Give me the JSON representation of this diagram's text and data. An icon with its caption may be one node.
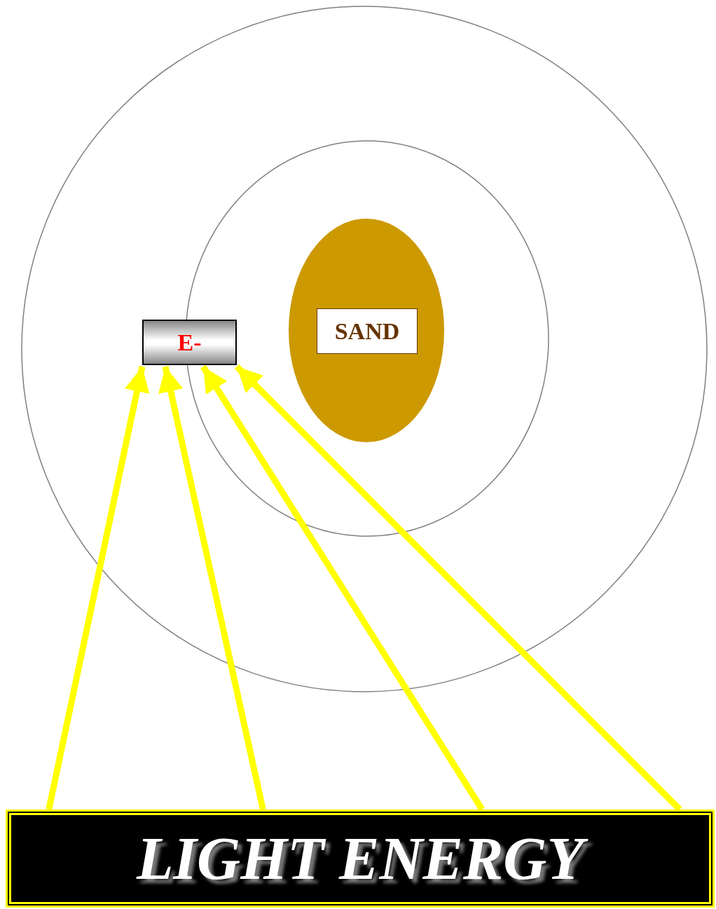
{
  "diagram": {
    "nodes": [
      {
        "text": [],
        "shape": "circle"
      },
      {
        "text": [],
        "shape": "ellipse",
        "in": 0
      },
      {
        "text": [],
        "shape": "ellipse",
        "in": 1
      },
      {
        "text": [
          "SAND"
        ],
        "in": 2
      },
      {
        "text": [
          "E-"
        ],
        "in": 0
      },
      {
        "text": [
          "LIGHT ENERGY"
        ]
      }
    ],
    "edges": [
      {
        "from": 5,
        "to": 4,
        "arrow": "to",
        "color": "#ffff00"
      },
      {
        "from": 5,
        "to": 4,
        "arrow": "to",
        "color": "#ffff00"
      },
      {
        "from": 5,
        "to": 4,
        "arrow": "to",
        "color": "#ffff00"
      },
      {
        "from": 5,
        "to": 4,
        "arrow": "to",
        "color": "#ffff00"
      }
    ]
  }
}
